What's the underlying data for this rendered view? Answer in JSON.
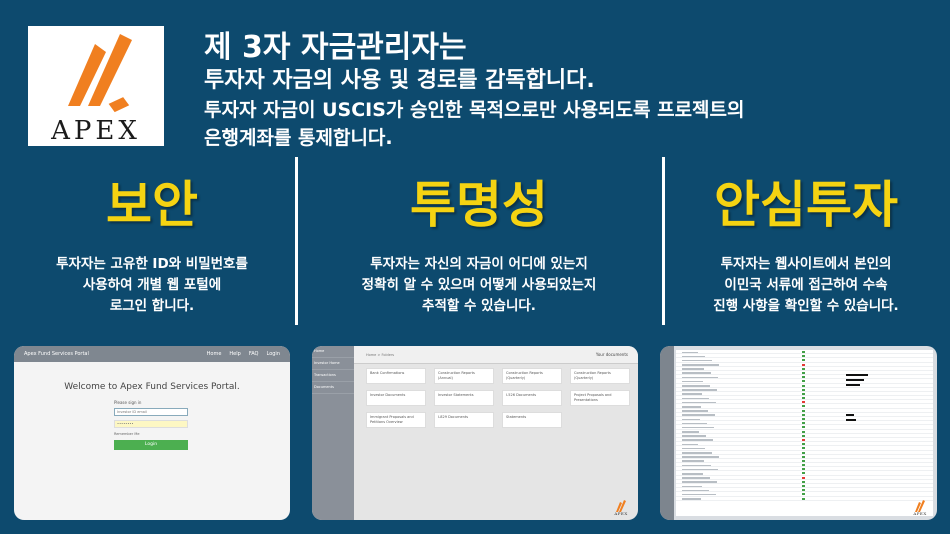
{
  "logo": {
    "wordmark": "APEX",
    "accent": "#f07f20"
  },
  "header": {
    "line1": "제 3자 자금관리자는",
    "line2": "투자자 자금의 사용 및 경로를 감독합니다.",
    "line3": "투자자 자금이 USCIS가 승인한 목적으로만 사용되도록 프로젝트의",
    "line4": "은행계좌를 통제합니다."
  },
  "columns": [
    {
      "title": "보안",
      "desc": [
        "투자자는 고유한 ID와 비밀번호를",
        "사용하여 개별 웹 포털에",
        "로그인 합니다."
      ]
    },
    {
      "title": "투명성",
      "desc": [
        "투자자는 자신의 자금이 어디에 있는지",
        "정확히 알 수 있으며 어떻게 사용되었는지",
        "추적할 수 있습니다."
      ]
    },
    {
      "title": "안심투자",
      "desc": [
        "투자자는 웹사이트에서 본인의",
        "이민국 서류에 접근하여 수속",
        "진행 사항을 확인할 수 있습니다."
      ]
    }
  ],
  "colors": {
    "background": "#0d4a6e",
    "title_yellow": "#f5d312"
  },
  "shot1": {
    "app": "Apex Fund Services Portal",
    "menu": [
      "Home",
      "Help",
      "FAQ",
      "Login"
    ],
    "welcome": "Welcome to Apex Fund Services Portal.",
    "prompt": "Please sign in",
    "username": "Investor ID email",
    "password": "••••••••",
    "remember": "Remember Me",
    "login": "Login"
  },
  "shot2": {
    "sidebar": [
      "Home",
      "Investor Home",
      "Transactions",
      "Documents"
    ],
    "crumb": "Home > Folders",
    "heading": "Your documents",
    "folders": [
      "Bank Confirmations",
      "Construction Reports (Annual)",
      "Construction Reports (Quarterly)",
      "Construction Reports (Quarterly)",
      "Investor Documents",
      "Investor Statements",
      "I-526 Documents",
      "Project Proposals and Presentations",
      "Immigrant Proposals and Petitions Overview",
      "I-829 Documents",
      "Statements"
    ],
    "logo": "APEX"
  },
  "shot3": {
    "logo": "APEX"
  }
}
